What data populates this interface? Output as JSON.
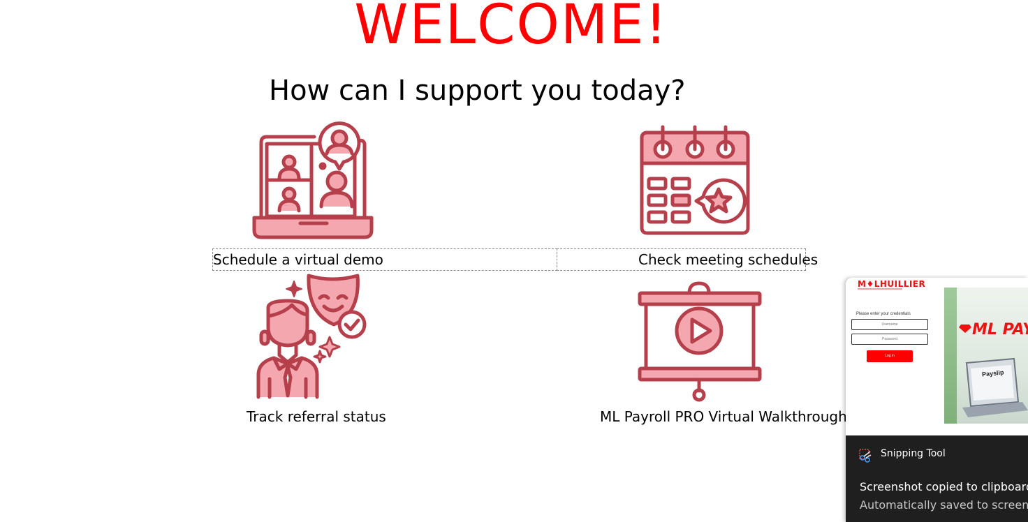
{
  "heading": {
    "welcome": "WELCOME!",
    "subtitle": "How can I support you today?"
  },
  "options": [
    {
      "label": "Schedule a virtual demo",
      "icon": "video-conference-icon"
    },
    {
      "label": "Check meeting schedules",
      "icon": "calendar-star-icon"
    },
    {
      "label": "Track referral status",
      "icon": "person-mask-check-icon"
    },
    {
      "label": "ML Payroll PRO Virtual Walkthrough",
      "icon": "presentation-play-icon"
    }
  ],
  "colors": {
    "accent": "#ff0000",
    "icon_stroke": "#b5404b",
    "icon_fill": "#f4a7ae"
  },
  "toast": {
    "app_name": "Snipping Tool",
    "title": "Screenshot copied to clipboard",
    "body": "Automatically saved to screenshots folder",
    "preview": {
      "logo": "M♦LHUILLIER",
      "prompt": "Please enter your credentials",
      "username_placeholder": "Username",
      "password_placeholder": "Password",
      "login_label": "Log in",
      "brand": "ML PAYROLL",
      "doc_label": "Payslip"
    }
  }
}
